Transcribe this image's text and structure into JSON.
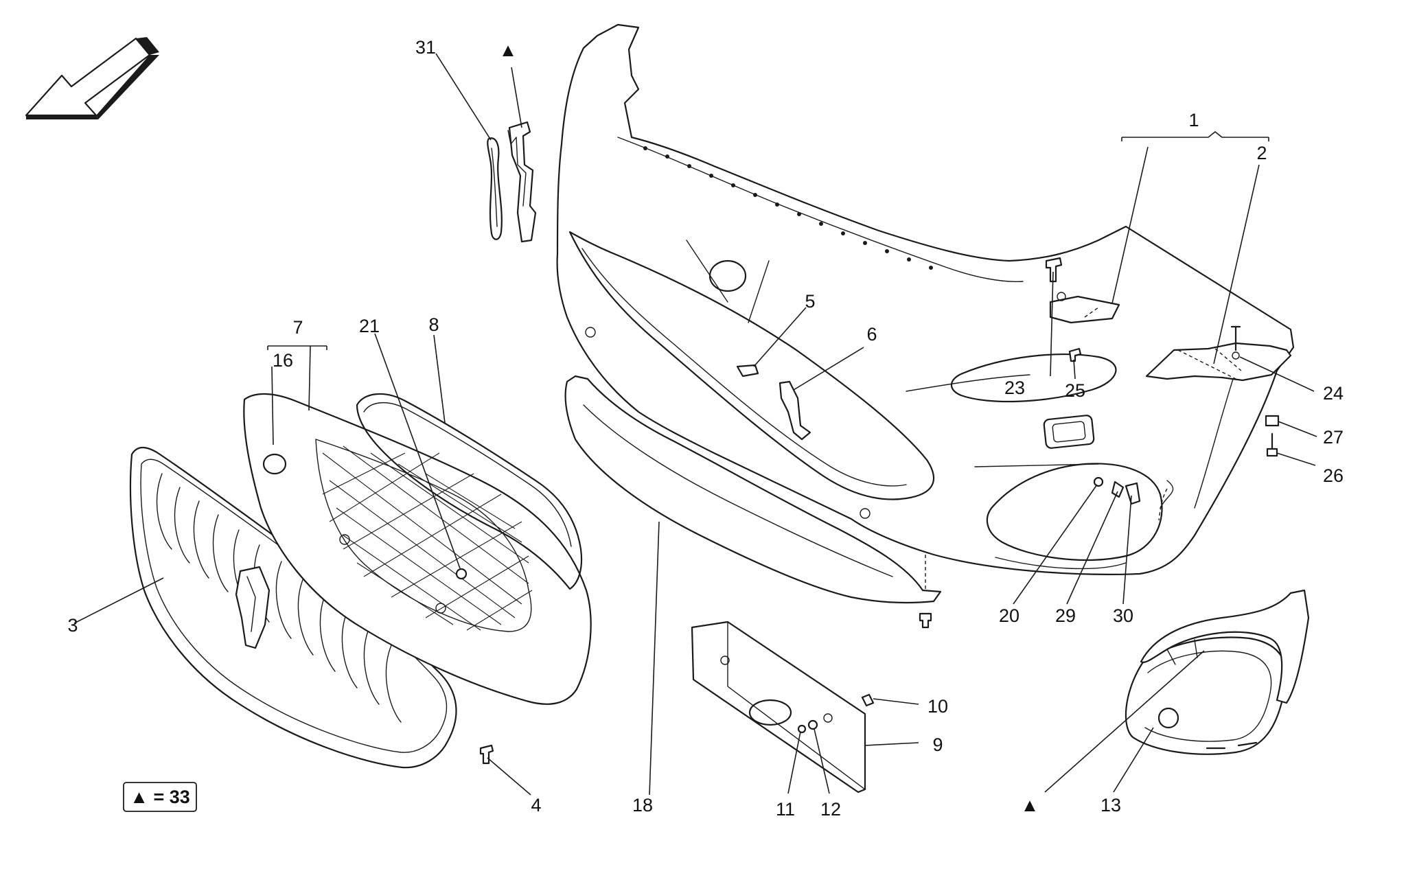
{
  "diagram": {
    "legend": {
      "symbol": "▲",
      "text": "▲ = 33"
    },
    "callouts": [
      {
        "id": "c1",
        "text": "1"
      },
      {
        "id": "c2",
        "text": "2"
      },
      {
        "id": "c3",
        "text": "3"
      },
      {
        "id": "c4",
        "text": "4"
      },
      {
        "id": "c5",
        "text": "5"
      },
      {
        "id": "c6",
        "text": "6"
      },
      {
        "id": "c7",
        "text": "7"
      },
      {
        "id": "c8",
        "text": "8"
      },
      {
        "id": "c9",
        "text": "9"
      },
      {
        "id": "c10",
        "text": "10"
      },
      {
        "id": "c11",
        "text": "11"
      },
      {
        "id": "c12",
        "text": "12"
      },
      {
        "id": "c13",
        "text": "13"
      },
      {
        "id": "c16",
        "text": "16"
      },
      {
        "id": "c18",
        "text": "18"
      },
      {
        "id": "c20",
        "text": "20"
      },
      {
        "id": "c21",
        "text": "21"
      },
      {
        "id": "c23",
        "text": "23"
      },
      {
        "id": "c24",
        "text": "24"
      },
      {
        "id": "c25",
        "text": "25"
      },
      {
        "id": "c26",
        "text": "26"
      },
      {
        "id": "c27",
        "text": "27"
      },
      {
        "id": "c29",
        "text": "29"
      },
      {
        "id": "c30",
        "text": "30"
      },
      {
        "id": "c31",
        "text": "31"
      }
    ],
    "markers": [
      "▲",
      "▲"
    ]
  }
}
